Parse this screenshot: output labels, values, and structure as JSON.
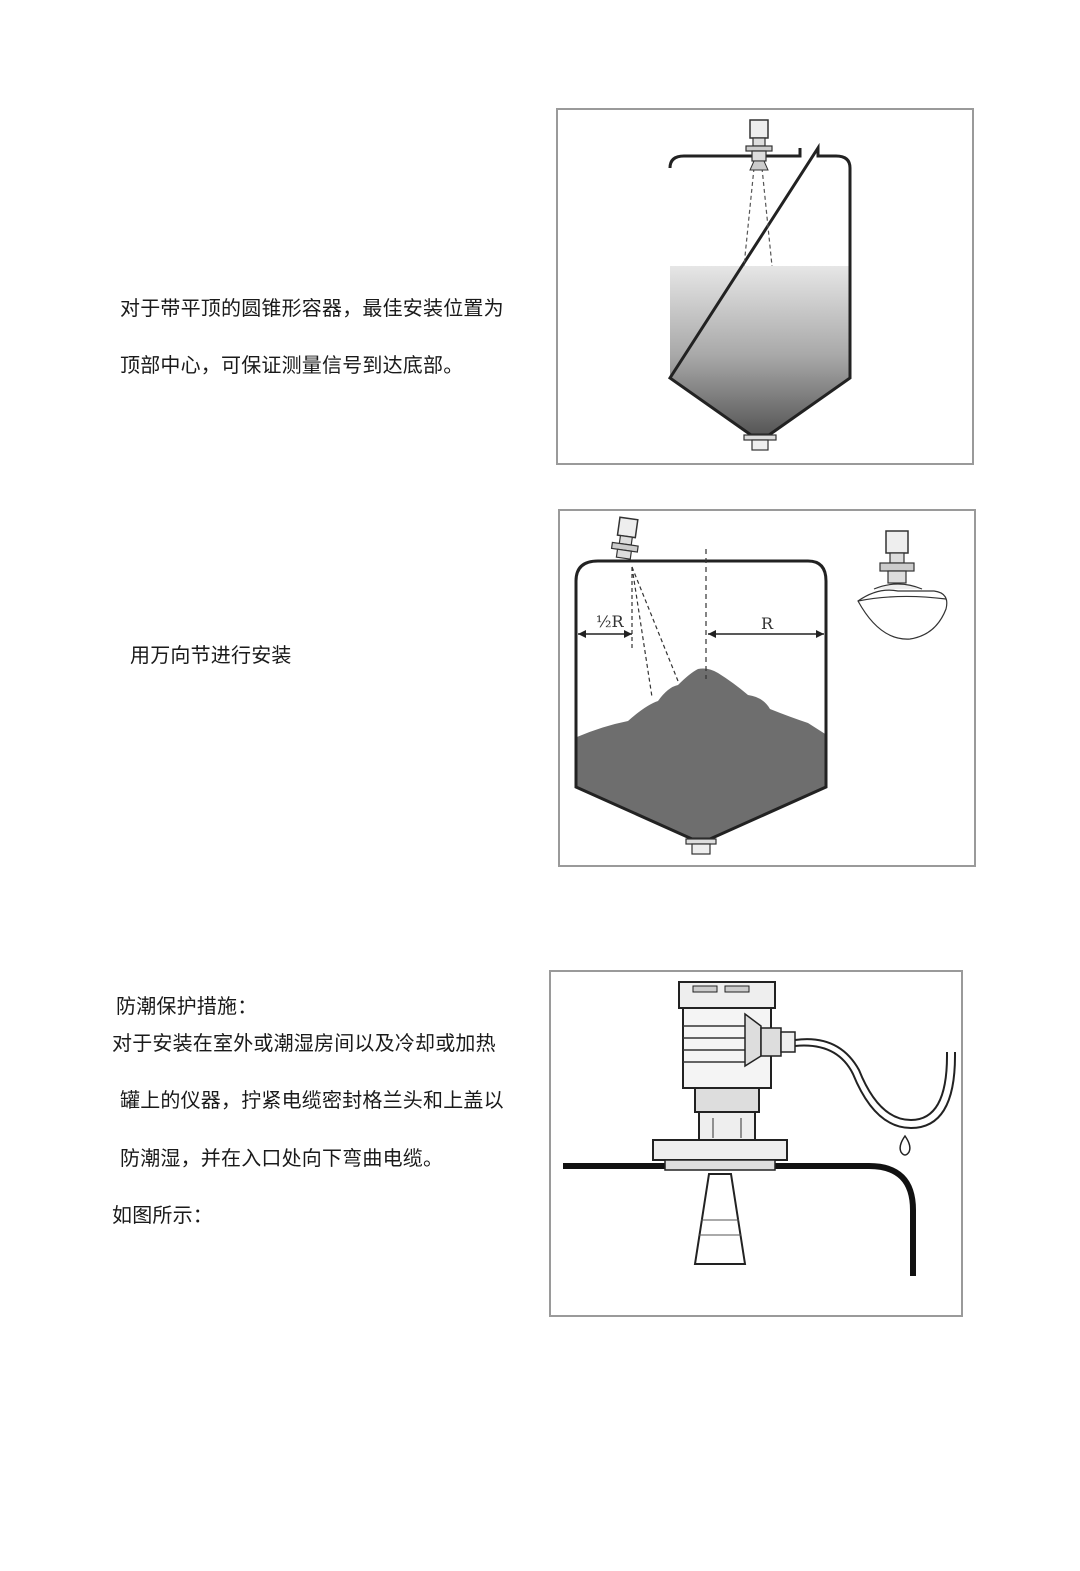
{
  "section1": {
    "lines": [
      "对于带平顶的圆锥形容器，最佳安装位置为",
      "顶部中心，可保证测量信号到达底部。"
    ]
  },
  "section2": {
    "lines": [
      "用万向节进行安装"
    ],
    "figure": {
      "label_half_r": "½R",
      "label_r": "R"
    }
  },
  "section3": {
    "lines": [
      "防潮保护措施：",
      "对于安装在室外或潮湿房间以及冷却或加热",
      "罐上的仪器，拧紧电缆密封格兰头和上盖以",
      "防潮湿，并在入口处向下弯曲电缆。",
      "如图所示："
    ]
  },
  "colors": {
    "material_dark": "#6e6e6e",
    "material_light": "#d6d6d6",
    "outline": "#222222"
  }
}
